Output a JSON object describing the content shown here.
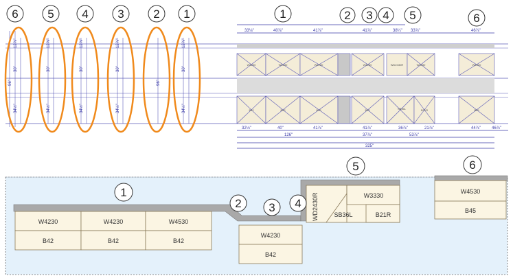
{
  "callouts_top_left": [
    "6",
    "5",
    "4",
    "3",
    "2",
    "1"
  ],
  "callouts_top_right": [
    "1",
    "2",
    "3",
    "4",
    "5",
    "6"
  ],
  "callouts_bottom": [
    "1",
    "2",
    "3",
    "4",
    "5",
    "6"
  ],
  "elevation_dims_top": [
    "33⅛\"",
    "40⅞\"",
    "41⅞\"",
    "41⅞\"",
    "38¼\"",
    "33⅞\"",
    "46⅞\""
  ],
  "elevation_dims_bottom": [
    "32⅛\"",
    "40\"",
    "41⅞\"",
    "41⅞\"",
    "36⅞\"",
    "21⅞\"",
    "44⅞\"",
    "46⅞\""
  ],
  "elevation_totals": [
    "126\"",
    "37⅞\"",
    "53⅞\"",
    "325\""
  ],
  "elevation_cabinet_labels_top": [
    "W4230",
    "W4230",
    "W4230",
    "W4230",
    "WD2430R",
    "W3330",
    "W4530"
  ],
  "elevation_cabinet_labels_bottom": [
    "B42",
    "B42",
    "B42",
    "B42",
    "SB36L",
    "B21R",
    "B45"
  ],
  "plan_upper_cabinets": [
    "W4230",
    "W4230",
    "W4530",
    "W4230",
    "W3330",
    "W4530"
  ],
  "plan_base_cabinets": [
    "B42",
    "B42",
    "B42",
    "B42",
    "SB36L",
    "B21R",
    "B45"
  ],
  "plan_corner_cabinet": "WD2430R",
  "colors": {
    "accent_orange": "#f08a1c",
    "dim_blue": "#3a3aa8",
    "room_fill": "#e4f1fb",
    "cabinet_fill": "#fbf5e3",
    "counter_gray": "#a9a9a9"
  }
}
